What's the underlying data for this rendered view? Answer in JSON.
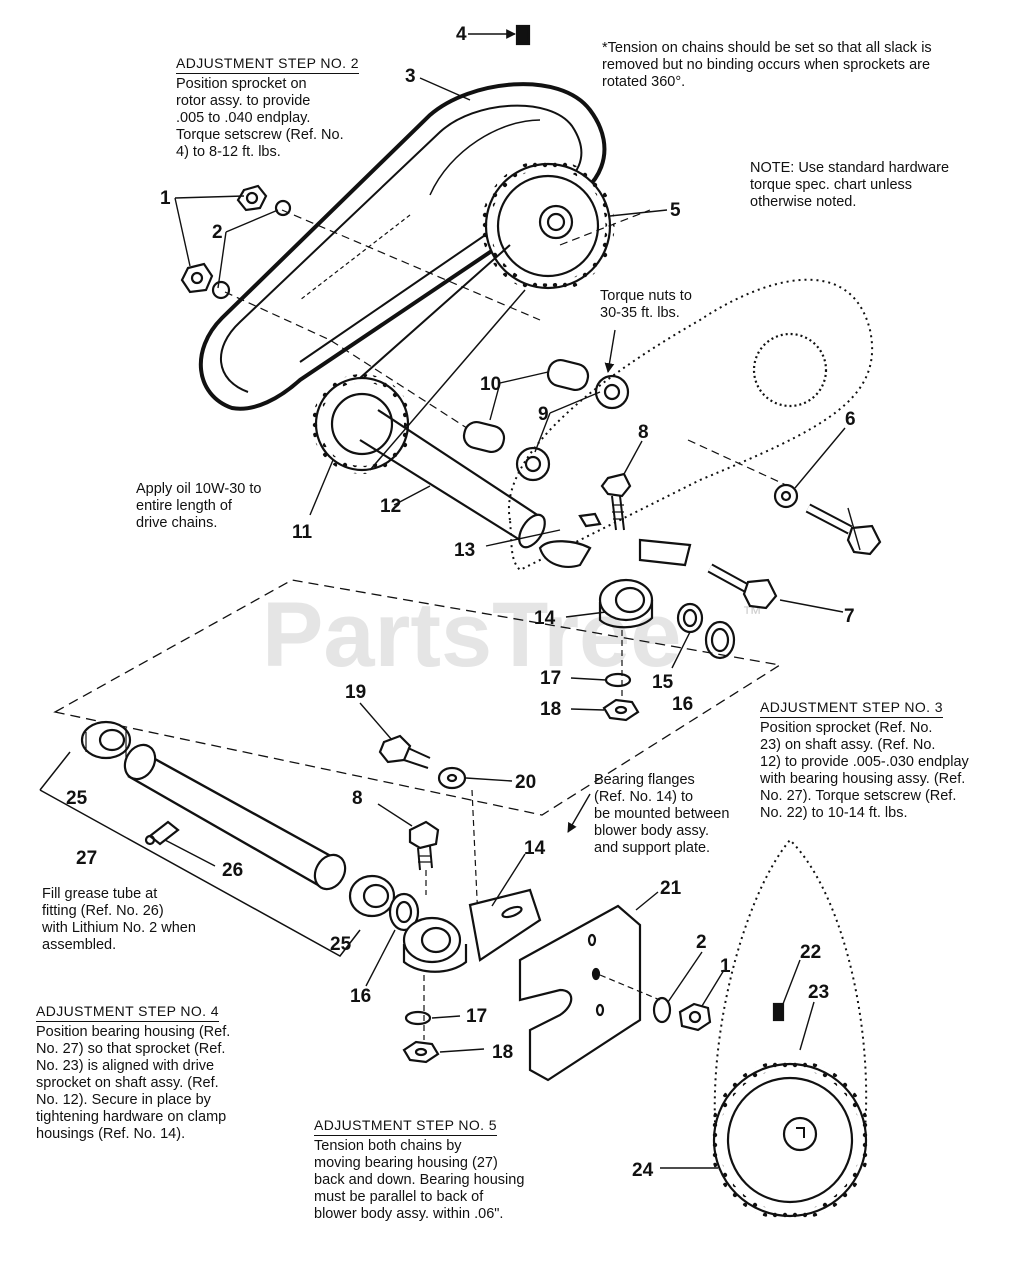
{
  "watermark": {
    "text": "PartsTree",
    "tm": "™"
  },
  "notes": {
    "step2": {
      "heading": "ADJUSTMENT STEP NO. 2",
      "body": "Position sprocket on\nrotor assy. to provide\n.005 to .040 endplay.\nTorque setscrew (Ref. No.\n4) to 8-12 ft. lbs."
    },
    "tension": "*Tension on chains should be set so that all slack is\nremoved but no binding occurs when sprockets are\nrotated 360°.",
    "hardware": "NOTE: Use standard hardware\ntorque spec. chart unless\notherwise noted.",
    "torque_nuts": "Torque nuts to\n30-35 ft. lbs.",
    "oil": "Apply oil 10W-30 to\nentire length of\ndrive chains.",
    "step3": {
      "heading": "ADJUSTMENT STEP NO. 3",
      "body": "Position sprocket (Ref. No.\n23) on shaft assy. (Ref. No.\n12) to provide .005-.030 endplay\nwith bearing housing assy. (Ref.\nNo. 27). Torque setscrew (Ref.\nNo. 22) to 10-14 ft. lbs."
    },
    "flanges": "Bearing flanges\n(Ref. No. 14) to\nbe mounted between\nblower body assy.\nand support plate.",
    "grease": "Fill grease tube at\nfitting (Ref. No. 26)\nwith Lithium No. 2 when\nassembled.",
    "step4": {
      "heading": "ADJUSTMENT STEP NO. 4",
      "body": "Position bearing housing (Ref.\nNo. 27) so that sprocket (Ref.\nNo. 23) is aligned with drive\nsprocket  on shaft assy. (Ref.\nNo. 12). Secure in place by\ntightening hardware on clamp\nhousings (Ref. No. 14)."
    },
    "step5": {
      "heading": "ADJUSTMENT STEP NO. 5",
      "body": "Tension both chains by\nmoving bearing housing (27)\nback and down. Bearing housing\nmust be parallel to back of\nblower body assy. within .06\"."
    }
  },
  "callouts": {
    "c1a": "1",
    "c2a": "2",
    "c3": "3",
    "c4": "4",
    "c5": "5",
    "c6": "6",
    "c7": "7",
    "c8a": "8",
    "c9": "9",
    "c10": "10",
    "c11": "11",
    "c12": "12",
    "c13": "13",
    "c14a": "14",
    "c15": "15",
    "c16a": "16",
    "c17a": "17",
    "c18a": "18",
    "c19": "19",
    "c20": "20",
    "c25a": "25",
    "c27": "27",
    "c26": "26",
    "c8b": "8",
    "c14b": "14",
    "c25b": "25",
    "c16b": "16",
    "c17b": "17",
    "c18b": "18",
    "c21": "21",
    "c2b": "2",
    "c1b": "1",
    "c22": "22",
    "c23": "23",
    "c24": "24"
  }
}
